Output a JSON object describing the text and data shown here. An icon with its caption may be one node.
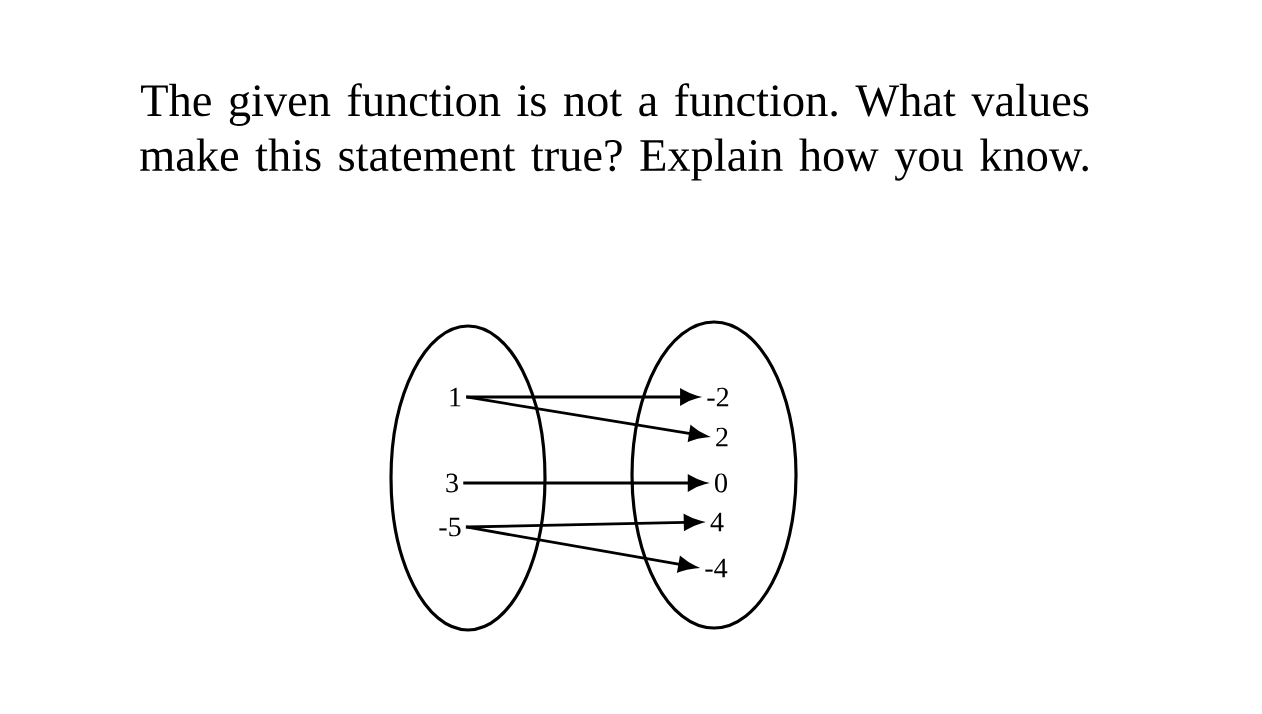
{
  "diagram": {
    "title": "The given function is not a function. What values make this statement true? Explain how you know.",
    "nodes": [
      {
        "text": [],
        "shape": "ellipse"
      },
      {
        "text": [],
        "shape": "ellipse"
      },
      {
        "text": [
          "1"
        ],
        "in": 0
      },
      {
        "text": [
          "3"
        ],
        "in": 0
      },
      {
        "text": [
          "-5"
        ],
        "in": 0
      },
      {
        "text": [
          "-2"
        ],
        "in": 1
      },
      {
        "text": [
          "2"
        ],
        "in": 1
      },
      {
        "text": [
          "0"
        ],
        "in": 1
      },
      {
        "text": [
          "4"
        ],
        "in": 1
      },
      {
        "text": [
          "-4"
        ],
        "in": 1
      }
    ],
    "edges": [
      {
        "from": 2,
        "to": 5,
        "arrow": "to"
      },
      {
        "from": 2,
        "to": 6,
        "arrow": "to"
      },
      {
        "from": 3,
        "to": 7,
        "arrow": "to"
      },
      {
        "from": 4,
        "to": 8,
        "arrow": "to"
      },
      {
        "from": 4,
        "to": 9,
        "arrow": "to"
      }
    ]
  }
}
